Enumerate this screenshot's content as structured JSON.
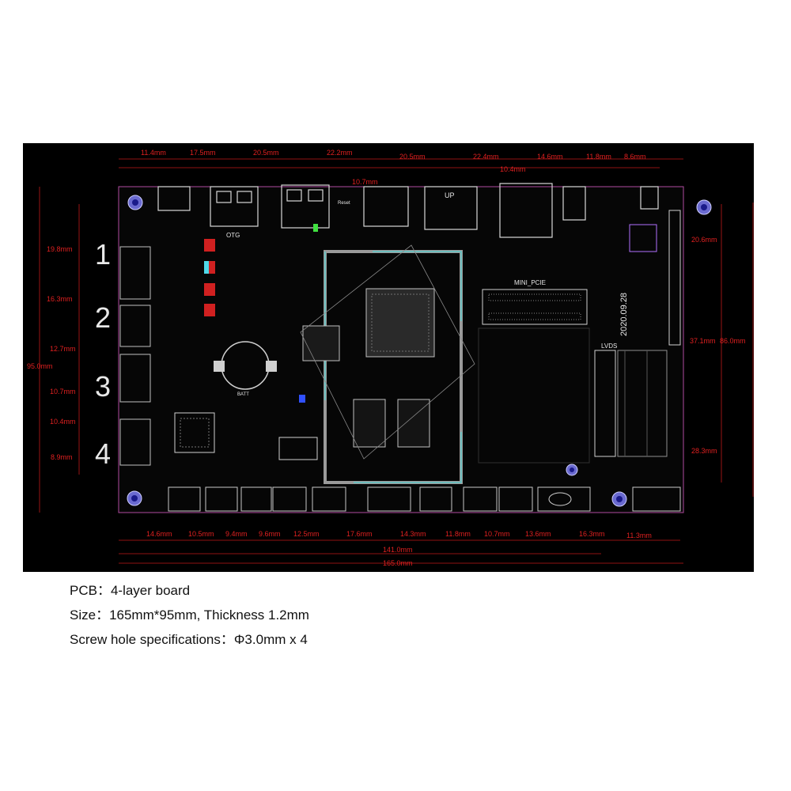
{
  "board": {
    "top_dims": [
      "11.4mm",
      "17.5mm",
      "20.5mm",
      "22.2mm",
      "20.5mm",
      "22.4mm",
      "14.6mm",
      "11.8mm",
      "8.6mm"
    ],
    "top_inner_dims": [
      "10.7mm",
      "10.4mm"
    ],
    "left_dims": [
      "19.8mm",
      "16.3mm",
      "12.7mm",
      "10.7mm",
      "10.4mm",
      "8.9mm"
    ],
    "left_overall": "95.0mm",
    "right_dims": [
      "20.6mm",
      "37.1mm",
      "28.3mm"
    ],
    "right_overall": "86.0mm",
    "bottom_dims": [
      "14.6mm",
      "10.5mm",
      "9.4mm",
      "9.6mm",
      "12.5mm",
      "17.6mm",
      "14.3mm",
      "11.8mm",
      "10.7mm",
      "13.6mm",
      "16.3mm",
      "11.3mm"
    ],
    "bottom_total_1": "141.0mm",
    "bottom_total_2": "165.0mm",
    "port_numbers": [
      "1",
      "2",
      "3",
      "4"
    ],
    "date_label": "2020.09.28",
    "silk": {
      "otg": "OTG",
      "up": "UP",
      "mini_pcie": "MINI_PCIE",
      "lvds": "LVDS",
      "batt": "BATT",
      "reset": "Reset"
    }
  },
  "specs": [
    "PCB：4-layer board",
    "Size：165mm*95mm, Thickness 1.2mm",
    "Screw hole specifications：Φ3.0mm x 4"
  ]
}
